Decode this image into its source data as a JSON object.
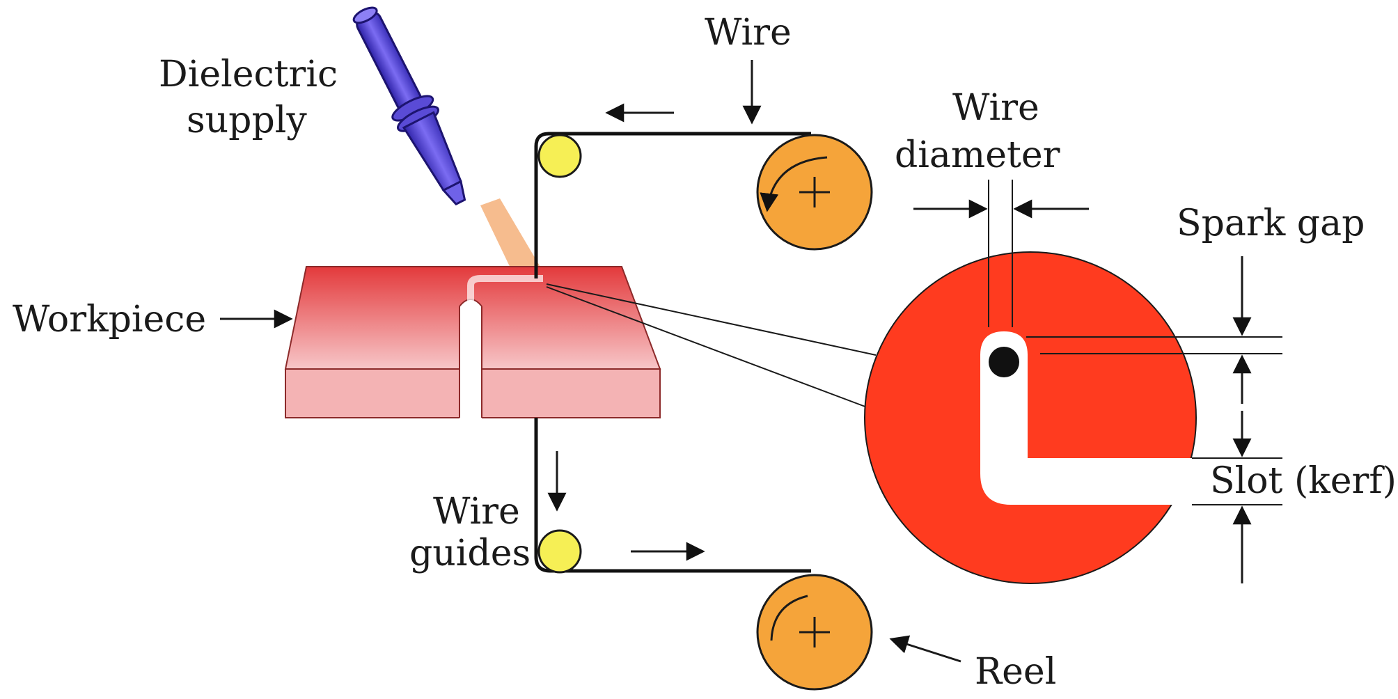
{
  "labels": {
    "dielectric_line1": "Dielectric",
    "dielectric_line2": "supply",
    "wire_top": "Wire",
    "wire_diameter_line1": "Wire",
    "wire_diameter_line2": "diameter",
    "spark_gap": "Spark gap",
    "workpiece": "Workpiece",
    "slot_kerf": "Slot (kerf)",
    "wire_guides_line1": "Wire",
    "wire_guides_line2": "guides",
    "reel": "Reel"
  },
  "colors": {
    "workpiece_top": "#e8413f",
    "workpiece_side": "#f4b3b4",
    "reel": "#f5a43a",
    "guide": "#f6ef55",
    "detail_red": "#ff3b1f",
    "nozzle": "#5a4bd6",
    "spray": "#f4b07a",
    "ink": "#1a1a1a"
  },
  "icons": [
    "dielectric-nozzle-icon",
    "wire-guide-icon",
    "reel-icon",
    "arrow-icon"
  ]
}
